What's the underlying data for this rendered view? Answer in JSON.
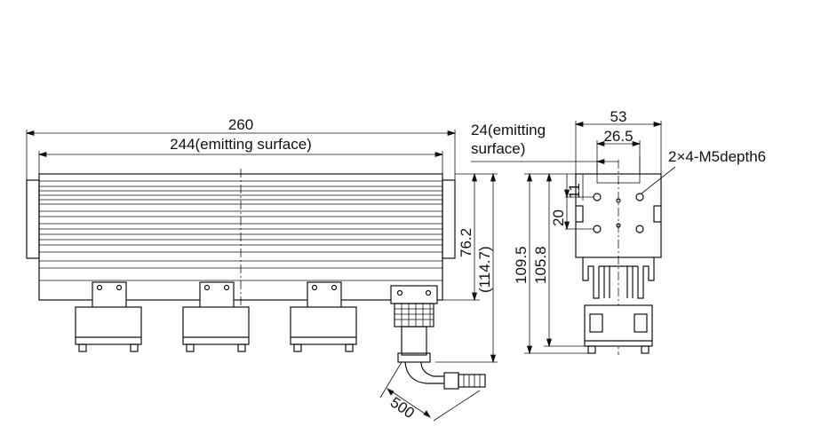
{
  "dimensions": {
    "overall_length": "260",
    "emitting_length": "244(emitting surface)",
    "height_a": "76.2",
    "height_b": "(114.7)",
    "cable_length": "500",
    "width_side": "53",
    "width_inner": "26.5",
    "emitting_width_line1": "24(emitting",
    "emitting_width_line2": "surface)",
    "hole_spec": "2×4-M5depth6",
    "hole_pitch_a": "20",
    "hole_pitch_b": "11",
    "side_height_a": "109.5",
    "side_height_b": "105.8"
  }
}
